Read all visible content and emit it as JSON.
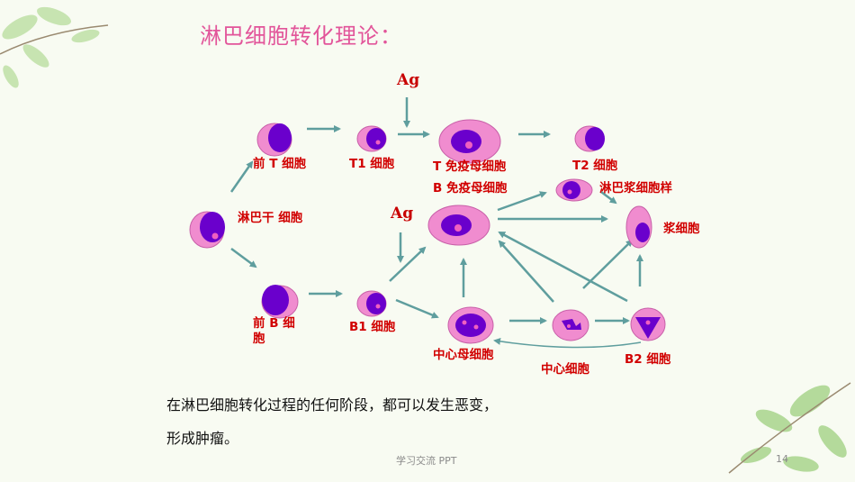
{
  "title": "淋巴细胞转化理论：",
  "labels": {
    "pre_t": "前 T  细胞",
    "t1": "T1  细胞",
    "t_immunoblast": "T 免疫母细胞",
    "t2": "T2 细胞",
    "b_immunoblast": "B 免疫母细胞",
    "lymphoplasmacytoid": "淋巴浆细胞样",
    "plasma": "浆细胞",
    "stem": "淋巴干  细胞",
    "pre_b": "前 B  细胞",
    "b1": "B1  细胞",
    "centroblast": "中心母细胞",
    "centrocyte": "中心细胞",
    "b2": "B2 细胞"
  },
  "antigen_top": "Ag",
  "antigen_mid": "Ag",
  "note_line1": "在淋巴细胞转化过程的任何阶段，都可以发生恶变，",
  "note_line2": "形成肿瘤。",
  "footer": "学习交流 PPT",
  "page_number": "14",
  "colors": {
    "cytoplasm": "#f08ccf",
    "nucleus": "#6a00cc",
    "nucleolus": "#f060c0",
    "arrow": "#5f9e9e",
    "label": "#d10000",
    "title": "#e2559a"
  }
}
